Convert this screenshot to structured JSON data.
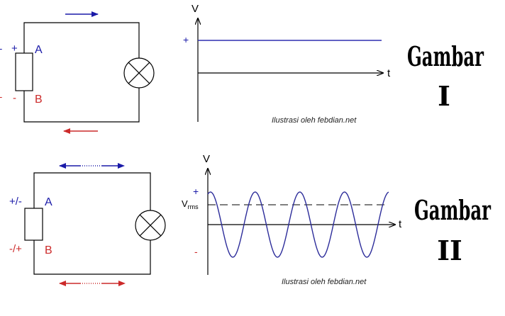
{
  "colors": {
    "positive": "#1a1aa8",
    "negative": "#cc2a2a",
    "wire": "#000000",
    "sine": "#2c2c9a",
    "voltage_line": "#2e2eb0"
  },
  "panel1": {
    "circuit": {
      "plus": "+",
      "minus": "-",
      "label_a": "A",
      "label_b": "B",
      "edge_plus": "-",
      "edge_minus": "-"
    },
    "graph": {
      "axis_v": "V",
      "axis_t": "t",
      "plus": "+",
      "credit": "Ilustrasi oleh febdian.net"
    },
    "title": {
      "line1": "Gambar",
      "line2": "I"
    }
  },
  "panel2": {
    "circuit": {
      "plus": "+/-",
      "minus": "-/+",
      "label_a": "A",
      "label_b": "B"
    },
    "graph": {
      "axis_v": "V",
      "axis_t": "t",
      "plus": "+",
      "minus": "-",
      "vrms_main": "V",
      "vrms_sub": "rms",
      "credit": "Ilustrasi oleh febdian.net"
    },
    "title": {
      "line1": "Gambar",
      "line2": "II"
    }
  }
}
